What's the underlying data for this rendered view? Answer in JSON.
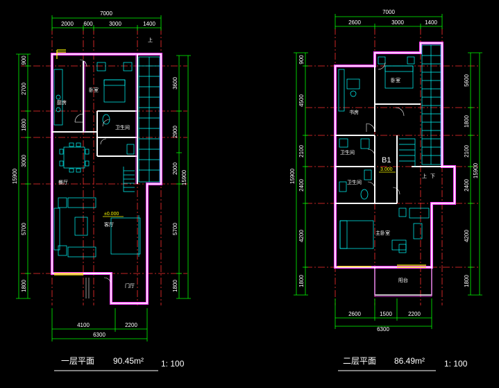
{
  "plan1": {
    "top_total": "7000",
    "top_segments": [
      "2000",
      "600",
      "3000",
      "1400"
    ],
    "left_total": "15900",
    "left_segments": [
      "900",
      "2700",
      "1800",
      "3000",
      "5700",
      "1800"
    ],
    "right_total": "15900",
    "right_segments": [
      "3600",
      "2900",
      "2000",
      "5700",
      "1800"
    ],
    "bottom_segments": [
      "4100",
      "2200"
    ],
    "bottom_total": "6300",
    "rooms": {
      "kitchen": "厨房",
      "bedroom": "卧室",
      "bath": "卫生间",
      "dining": "餐厅",
      "living": "客厅",
      "porch": "门厅",
      "up": "上"
    },
    "level": "±0.000",
    "title": "一层平面",
    "area": "90.45m²",
    "scale": "1: 100"
  },
  "plan2": {
    "top_total": "7000",
    "top_segments": [
      "2600",
      "3000",
      "1400"
    ],
    "left_total": "15900",
    "left_segments": [
      "900",
      "4500",
      "2100",
      "2400",
      "4200",
      "1800"
    ],
    "right_total": "15900",
    "right_segments": [
      "5600",
      "1800",
      "2100",
      "2400",
      "4200",
      "1800"
    ],
    "bottom_segments": [
      "2600",
      "1500",
      "2200"
    ],
    "bottom_total": "6300",
    "rooms": {
      "study": "书房",
      "bedroom": "卧室",
      "bath1": "卫生间",
      "bath2": "卫生间",
      "master": "主卧室",
      "balcony": "阳台",
      "up": "上",
      "down": "下"
    },
    "b1": "B1",
    "level": "3.000",
    "title": "二层平面",
    "area": "86.49m²",
    "scale": "1: 100"
  },
  "colors": {
    "dim_line": "#00ff00",
    "wall": "#ffffff",
    "wall_outline": "#ff00ff",
    "axis": "#ff0000",
    "furniture": "#00ffff",
    "window": "#ffff00"
  }
}
